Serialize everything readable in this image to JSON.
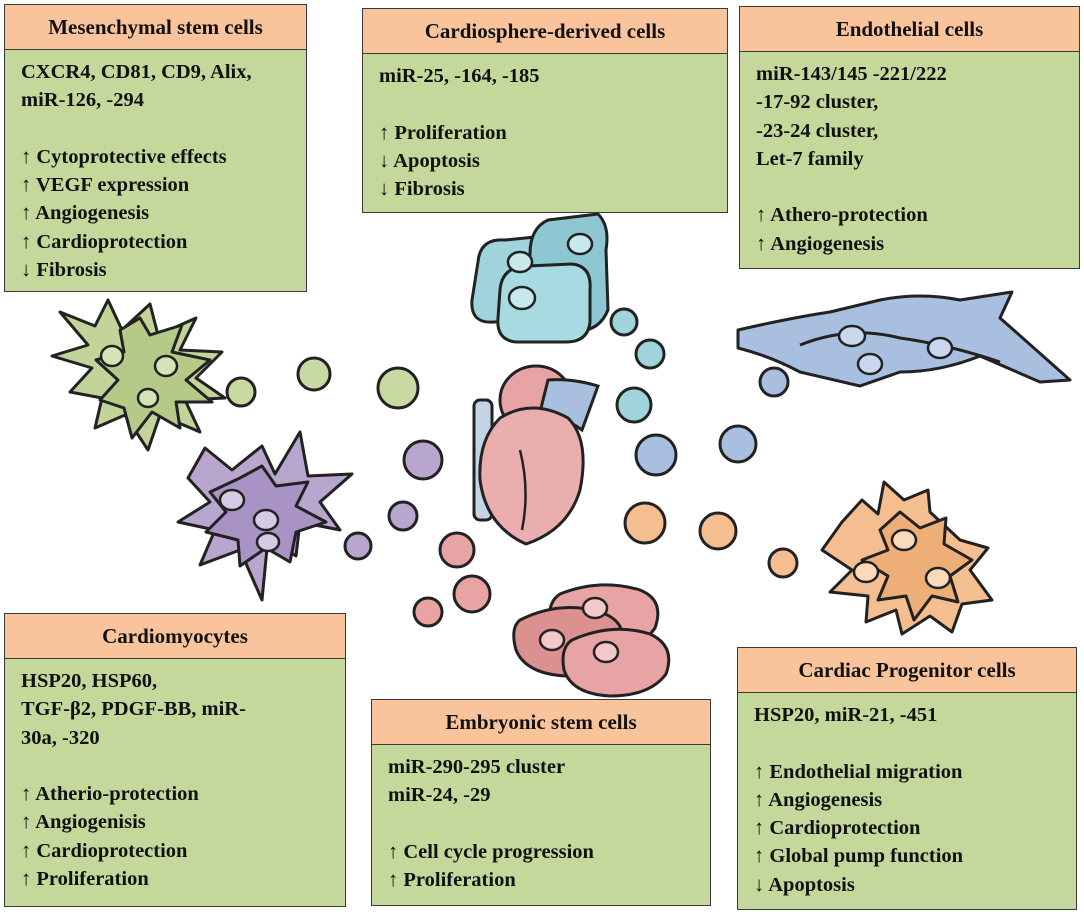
{
  "colors": {
    "box_fill": "#c4d89b",
    "header_fill": "#f9c49b",
    "msc_cells": "#c2d49a",
    "cdc_cells": "#9fd4dc",
    "ec_cells": "#a9bfe0",
    "cm_cells": "#b8a6cf",
    "esc_cells": "#e8a4a4",
    "cpc_cells": "#f5be90"
  },
  "boxes": [
    {
      "id": "msc",
      "title": "Mesenchymal stem cells",
      "lines": [
        "CXCR4, CD81, CD9, Alix,",
        "miR-126, -294",
        "",
        "↑ Cytoprotective effects",
        "↑ VEGF expression",
        "↑ Angiogenesis",
        "↑ Cardioprotection",
        "↓ Fibrosis"
      ]
    },
    {
      "id": "cdc",
      "title": "Cardiosphere-derived cells",
      "lines": [
        "miR-25, -164, -185",
        "",
        "↑ Proliferation",
        "↓ Apoptosis",
        "↓  Fibrosis"
      ]
    },
    {
      "id": "ec",
      "title": "Endothelial cells",
      "lines": [
        "miR-143/145 -221/222",
        "-17-92 cluster,",
        "-23-24 cluster,",
        "Let-7 family",
        "",
        "↑ Athero-protection",
        "↑ Angiogenesis"
      ]
    },
    {
      "id": "cm",
      "title": "Cardiomyocytes",
      "lines": [
        "HSP20, HSP60,",
        "TGF-β2, PDGF-BB,  miR-",
        "30a, -320",
        "",
        "↑ Atherio-protection",
        "↑ Angiogenisis",
        "↑ Cardioprotection",
        "↑ Proliferation"
      ]
    },
    {
      "id": "esc",
      "title": "Embryonic stem cells",
      "lines": [
        "miR-290-295 cluster",
        "miR-24, -29",
        "",
        "↑ Cell cycle progression",
        "↑ Proliferation"
      ]
    },
    {
      "id": "cpc",
      "title": "Cardiac Progenitor cells",
      "lines": [
        "HSP20, miR-21, -451",
        "",
        "↑ Endothelial migration",
        "↑ Angiogenesis",
        "↑ Cardioprotection",
        "↑ Global pump function",
        "↓ Apoptosis"
      ]
    }
  ]
}
